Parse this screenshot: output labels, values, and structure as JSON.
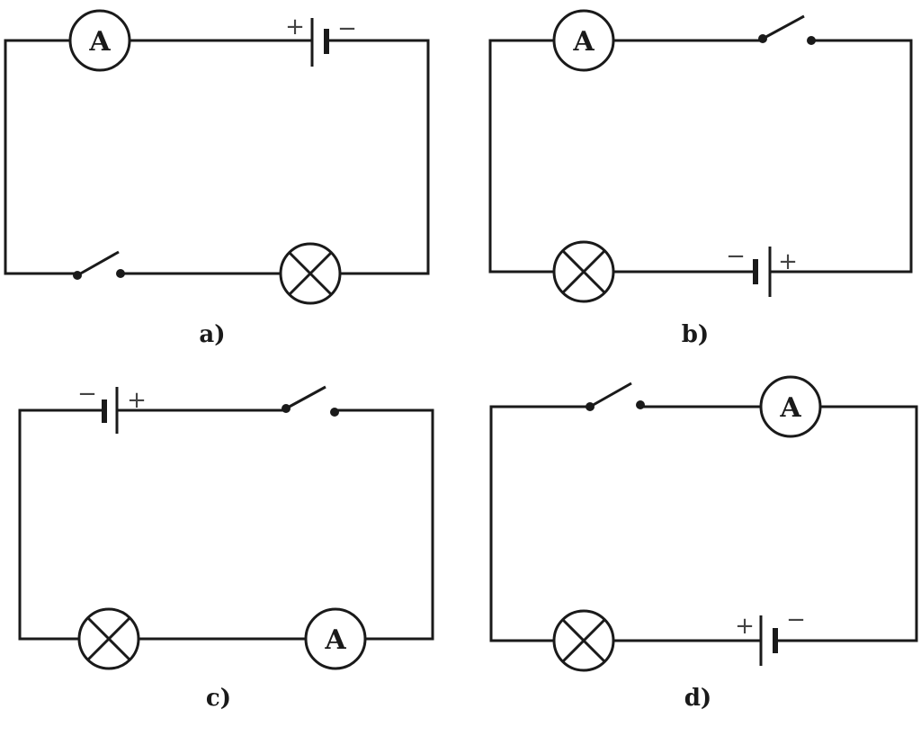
{
  "colors": {
    "line": "#1a1a1a",
    "sign": "#444444",
    "background": "#ffffff"
  },
  "ammeter_letter": "A",
  "plus_sign": "+",
  "minus_sign": "−",
  "circuits": [
    {
      "caption": "a)"
    },
    {
      "caption": "b)"
    },
    {
      "caption": "c)"
    },
    {
      "caption": "d)"
    }
  ]
}
